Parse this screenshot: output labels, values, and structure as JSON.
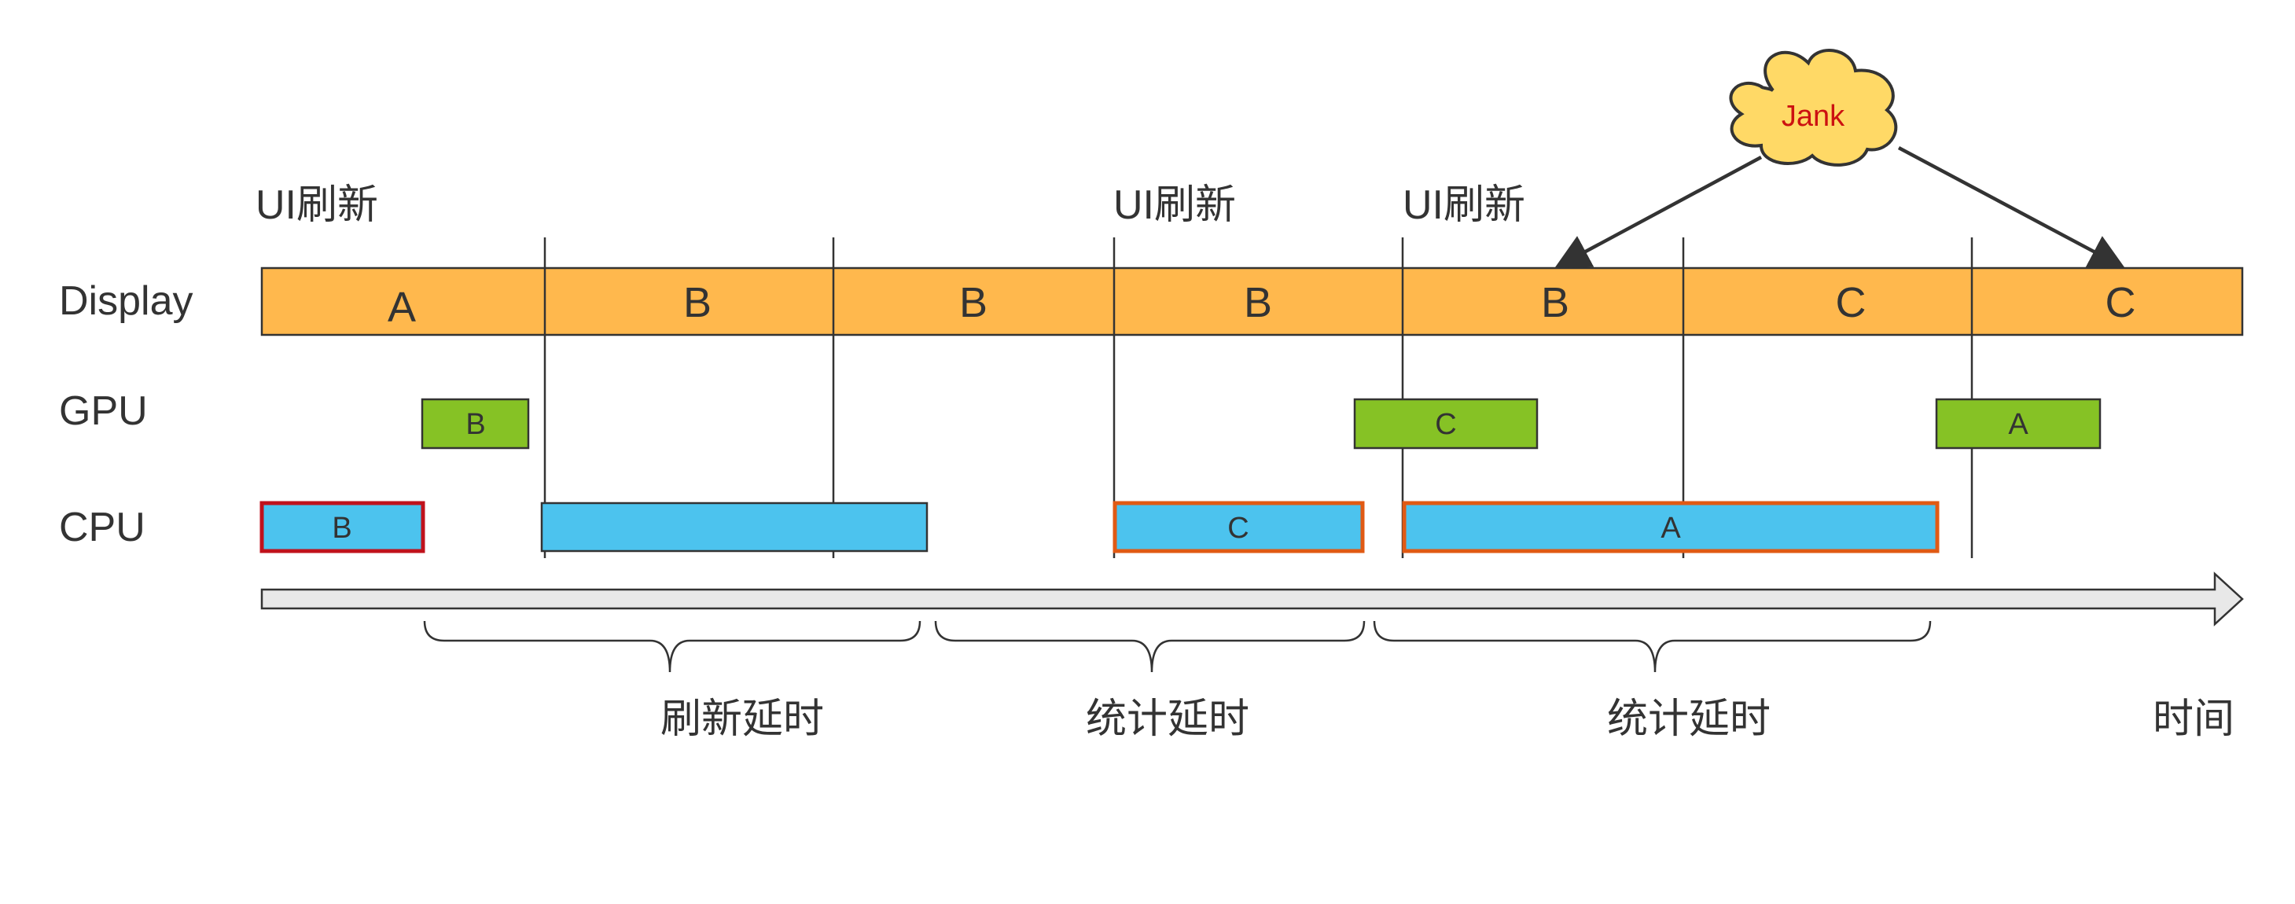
{
  "row_labels": {
    "display": "Display",
    "gpu": "GPU",
    "cpu": "CPU"
  },
  "ui_refresh_label": "UI刷新",
  "display_frames": [
    "A",
    "B",
    "B",
    "B",
    "B",
    "C",
    "C"
  ],
  "gpu_boxes": [
    "B",
    "C",
    "A"
  ],
  "cpu_boxes": [
    "B",
    "",
    "C",
    "A"
  ],
  "brace_labels": [
    "刷新延时",
    "统计延时",
    "统计延时"
  ],
  "time_label": "时间",
  "jank_label": "Jank",
  "colors": {
    "display": "#FFB84D",
    "gpu": "#86C225",
    "cpu": "#4CC3EE",
    "cpu_border_red": "#C0121C",
    "cpu_border_orange": "#E05A14",
    "cloud": "#FFD966",
    "arrow": "#333333",
    "timeline": "#E8E8E8"
  }
}
